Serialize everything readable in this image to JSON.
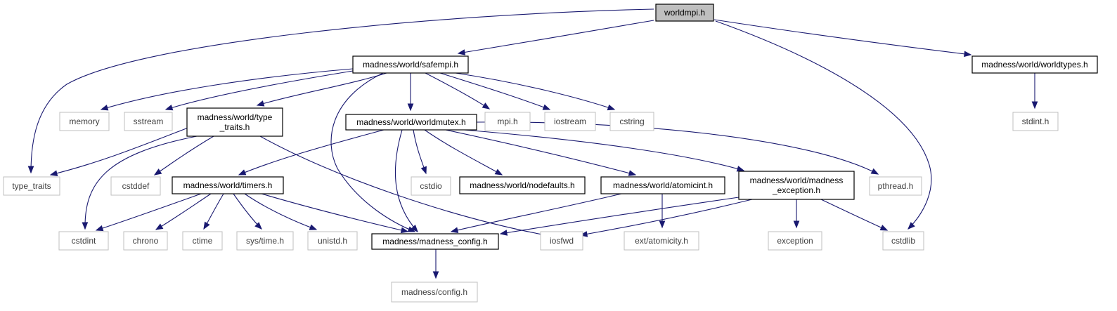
{
  "diagram": {
    "colors": {
      "edge": "#191970",
      "root_fill": "#bfbfbf",
      "internal_border": "#000000",
      "external_border": "#bfbfbf"
    },
    "nodes": [
      {
        "id": "worldmpi",
        "label": "worldmpi.h",
        "kind": "root"
      },
      {
        "id": "safempi",
        "label": "madness/world/safempi.h",
        "kind": "internal"
      },
      {
        "id": "worldtypes",
        "label": "madness/world/worldtypes.h",
        "kind": "internal"
      },
      {
        "id": "memory",
        "label": "memory",
        "kind": "external"
      },
      {
        "id": "sstream",
        "label": "sstream",
        "kind": "external"
      },
      {
        "id": "type_traits_h",
        "label": [
          "madness/world/type",
          "_traits.h"
        ],
        "kind": "internal"
      },
      {
        "id": "worldmutex",
        "label": "madness/world/worldmutex.h",
        "kind": "internal"
      },
      {
        "id": "mpi",
        "label": "mpi.h",
        "kind": "external"
      },
      {
        "id": "iostream",
        "label": "iostream",
        "kind": "external"
      },
      {
        "id": "cstring",
        "label": "cstring",
        "kind": "external"
      },
      {
        "id": "stdint",
        "label": "stdint.h",
        "kind": "external"
      },
      {
        "id": "type_traits",
        "label": "type_traits",
        "kind": "external"
      },
      {
        "id": "cstddef",
        "label": "cstddef",
        "kind": "external"
      },
      {
        "id": "timers",
        "label": "madness/world/timers.h",
        "kind": "internal"
      },
      {
        "id": "cstdio",
        "label": "cstdio",
        "kind": "external"
      },
      {
        "id": "nodefaults",
        "label": "madness/world/nodefaults.h",
        "kind": "internal"
      },
      {
        "id": "atomicint",
        "label": "madness/world/atomicint.h",
        "kind": "internal"
      },
      {
        "id": "madness_exception",
        "label": [
          "madness/world/madness",
          "_exception.h"
        ],
        "kind": "internal"
      },
      {
        "id": "pthread",
        "label": "pthread.h",
        "kind": "external"
      },
      {
        "id": "cstdint",
        "label": "cstdint",
        "kind": "external"
      },
      {
        "id": "chrono",
        "label": "chrono",
        "kind": "external"
      },
      {
        "id": "ctime",
        "label": "ctime",
        "kind": "external"
      },
      {
        "id": "systime",
        "label": "sys/time.h",
        "kind": "external"
      },
      {
        "id": "unistd",
        "label": "unistd.h",
        "kind": "external"
      },
      {
        "id": "madness_config",
        "label": "madness/madness_config.h",
        "kind": "internal"
      },
      {
        "id": "iosfwd",
        "label": "iosfwd",
        "kind": "external"
      },
      {
        "id": "atomicity",
        "label": "ext/atomicity.h",
        "kind": "external"
      },
      {
        "id": "exception",
        "label": "exception",
        "kind": "external"
      },
      {
        "id": "cstdlib",
        "label": "cstdlib",
        "kind": "external"
      },
      {
        "id": "config",
        "label": "madness/config.h",
        "kind": "external"
      }
    ],
    "edges": [
      [
        "worldmpi",
        "safempi"
      ],
      [
        "worldmpi",
        "worldtypes"
      ],
      [
        "worldmpi",
        "type_traits"
      ],
      [
        "worldmpi",
        "cstdlib"
      ],
      [
        "safempi",
        "memory"
      ],
      [
        "safempi",
        "sstream"
      ],
      [
        "safempi",
        "type_traits_h"
      ],
      [
        "safempi",
        "worldmutex"
      ],
      [
        "safempi",
        "madness_config"
      ],
      [
        "safempi",
        "mpi"
      ],
      [
        "safempi",
        "iostream"
      ],
      [
        "safempi",
        "cstring"
      ],
      [
        "worldtypes",
        "stdint"
      ],
      [
        "type_traits_h",
        "type_traits"
      ],
      [
        "type_traits_h",
        "cstddef"
      ],
      [
        "type_traits_h",
        "cstdint"
      ],
      [
        "type_traits_h",
        "iosfwd"
      ],
      [
        "worldmutex",
        "timers"
      ],
      [
        "worldmutex",
        "madness_config"
      ],
      [
        "worldmutex",
        "cstdio"
      ],
      [
        "worldmutex",
        "nodefaults"
      ],
      [
        "worldmutex",
        "atomicint"
      ],
      [
        "worldmutex",
        "madness_exception"
      ],
      [
        "worldmutex",
        "pthread"
      ],
      [
        "timers",
        "cstdint"
      ],
      [
        "timers",
        "chrono"
      ],
      [
        "timers",
        "ctime"
      ],
      [
        "timers",
        "systime"
      ],
      [
        "timers",
        "unistd"
      ],
      [
        "timers",
        "madness_config"
      ],
      [
        "atomicint",
        "madness_config"
      ],
      [
        "atomicint",
        "atomicity"
      ],
      [
        "madness_exception",
        "madness_config"
      ],
      [
        "madness_exception",
        "iosfwd"
      ],
      [
        "madness_exception",
        "exception"
      ],
      [
        "madness_exception",
        "cstdlib"
      ],
      [
        "madness_config",
        "config"
      ]
    ]
  }
}
